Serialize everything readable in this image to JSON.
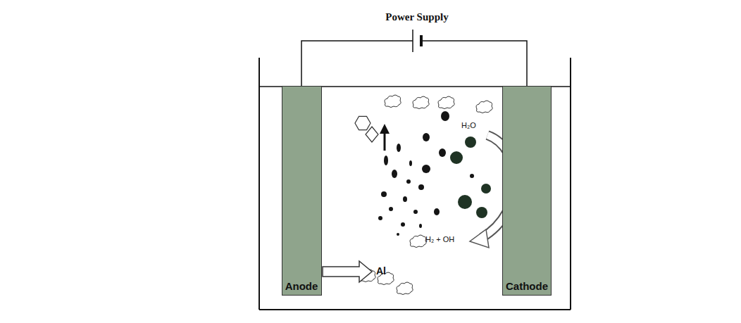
{
  "diagram": {
    "nodes": [
      {
        "text": [
          "Anode"
        ]
      },
      {
        "text": [
          "Cathode"
        ]
      }
    ],
    "labels": [
      "Power Supply",
      "H₂O",
      "H₂ + OH",
      "Al"
    ]
  }
}
